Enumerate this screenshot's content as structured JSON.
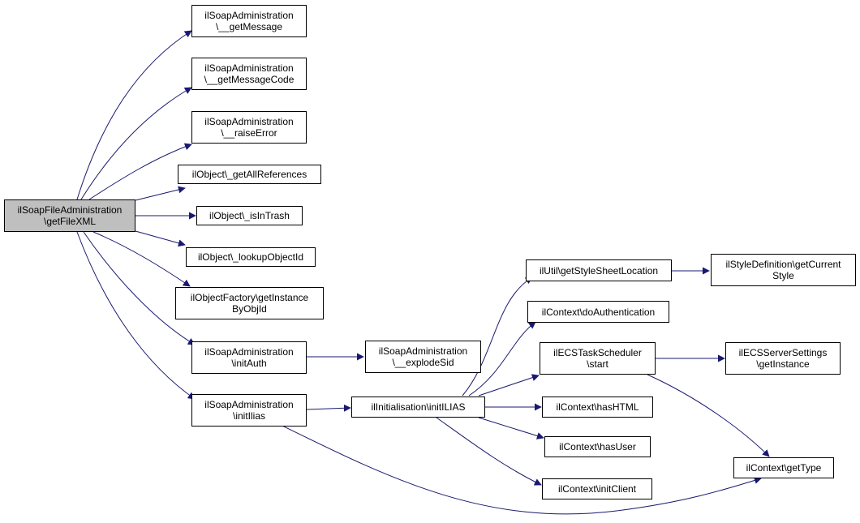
{
  "colors": {
    "edge": "#191970",
    "node_border": "#000000",
    "root_fill": "#bfbfbf",
    "node_fill": "#ffffff"
  },
  "nodes": {
    "root": {
      "line1": "ilSoapFileAdministration",
      "line2": "\\getFileXML"
    },
    "get_message": {
      "line1": "ilSoapAdministration",
      "line2": "\\__getMessage"
    },
    "get_message_code": {
      "line1": "ilSoapAdministration",
      "line2": "\\__getMessageCode"
    },
    "raise_error": {
      "line1": "ilSoapAdministration",
      "line2": "\\__raiseError"
    },
    "get_all_references": {
      "line1": "ilObject\\_getAllReferences"
    },
    "is_in_trash": {
      "line1": "ilObject\\_isInTrash"
    },
    "lookup_object_id": {
      "line1": "ilObject\\_lookupObjectId"
    },
    "object_factory": {
      "line1": "ilObjectFactory\\getInstance",
      "line2": "ByObjId"
    },
    "init_auth": {
      "line1": "ilSoapAdministration",
      "line2": "\\initAuth"
    },
    "init_ilias_soap": {
      "line1": "ilSoapAdministration",
      "line2": "\\initIlias"
    },
    "explode_sid": {
      "line1": "ilSoapAdministration",
      "line2": "\\__explodeSid"
    },
    "init_ilias": {
      "line1": "ilInitialisation\\initILIAS"
    },
    "style_sheet_location": {
      "line1": "ilUtil\\getStyleSheetLocation"
    },
    "style_definition": {
      "line1": "ilStyleDefinition\\getCurrent",
      "line2": "Style"
    },
    "do_authentication": {
      "line1": "ilContext\\doAuthentication"
    },
    "ecs_task_scheduler": {
      "line1": "ilECSTaskScheduler",
      "line2": "\\start"
    },
    "ecs_server_settings": {
      "line1": "ilECSServerSettings",
      "line2": "\\getInstance"
    },
    "has_html": {
      "line1": "ilContext\\hasHTML"
    },
    "has_user": {
      "line1": "ilContext\\hasUser"
    },
    "init_client": {
      "line1": "ilContext\\initClient"
    },
    "get_type": {
      "line1": "ilContext\\getType"
    }
  }
}
